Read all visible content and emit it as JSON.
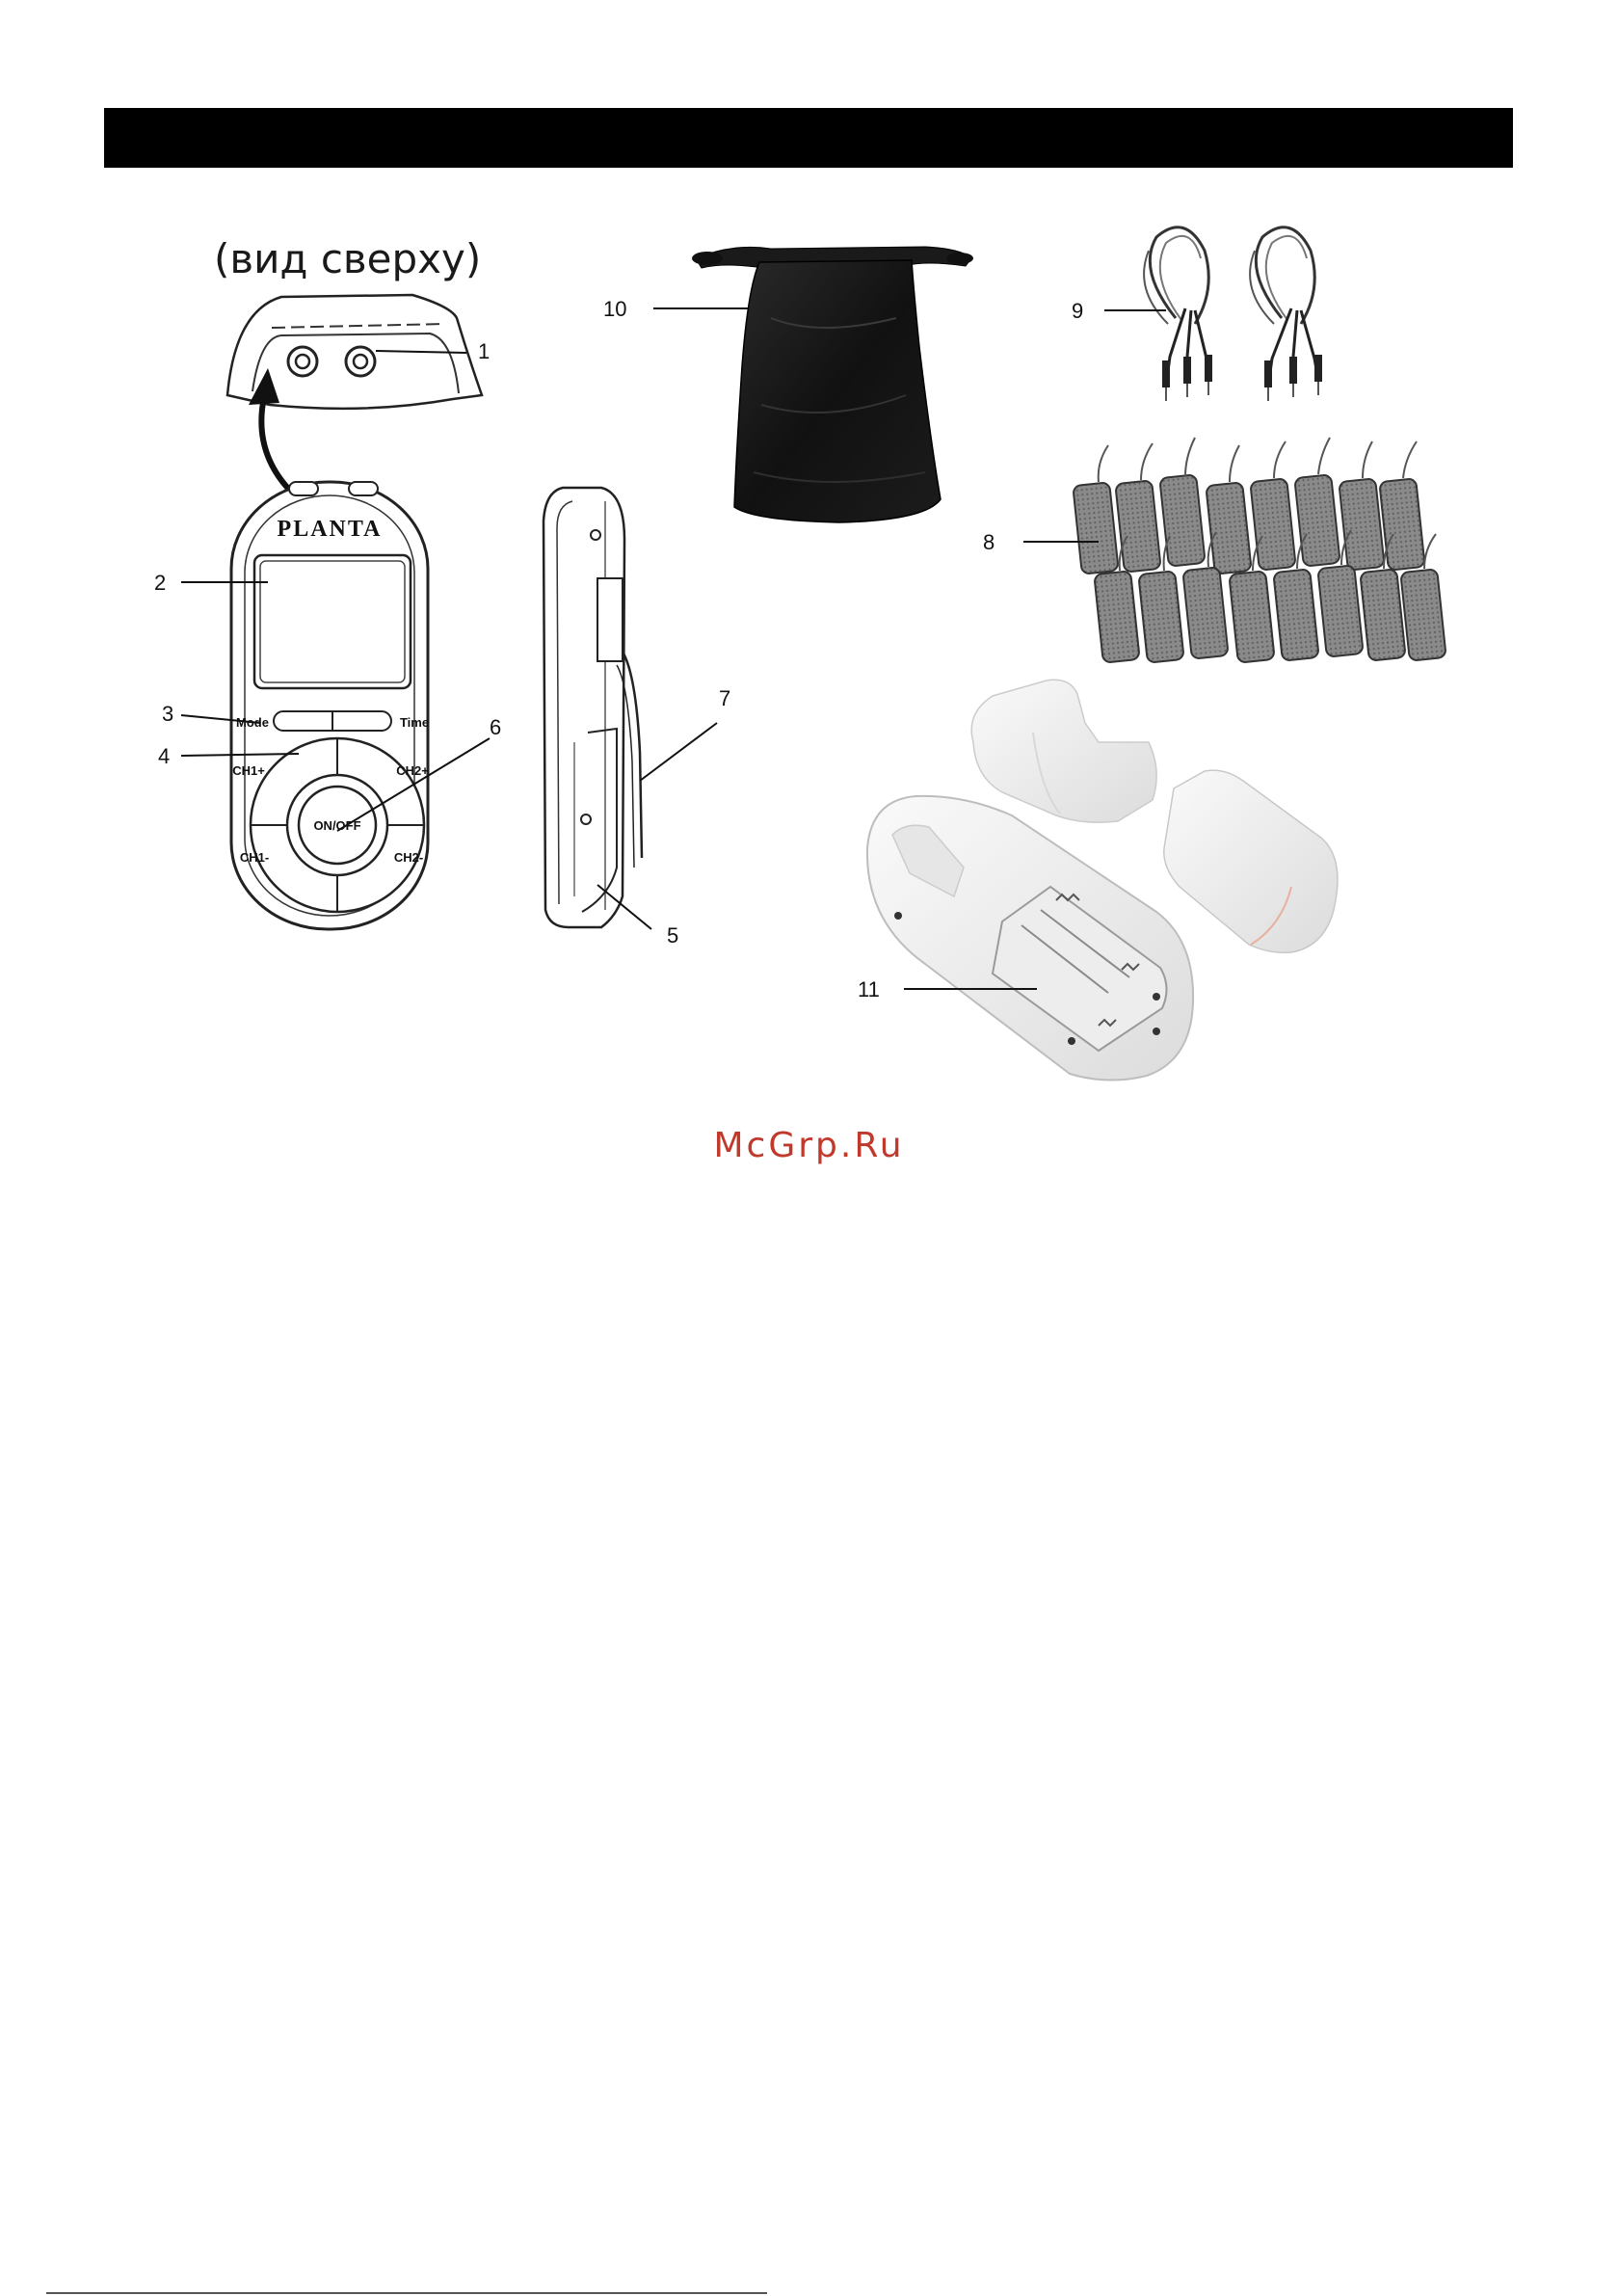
{
  "page": {
    "view_label": "(вид сверху)",
    "watermark": "McGrp.Ru"
  },
  "device": {
    "brand": "PLANTA",
    "buttons": {
      "mode": "Mode",
      "time": "Time",
      "ch1_plus": "CH1+",
      "ch2_plus": "CH2+",
      "ch1_minus": "CH1-",
      "ch2_minus": "CH2-",
      "power": "ON/OFF"
    }
  },
  "callouts": [
    "1",
    "2",
    "3",
    "4",
    "5",
    "6",
    "7",
    "8",
    "9",
    "10",
    "11"
  ],
  "colors": {
    "header_bar": "#000000",
    "watermark": "#c0392b"
  }
}
